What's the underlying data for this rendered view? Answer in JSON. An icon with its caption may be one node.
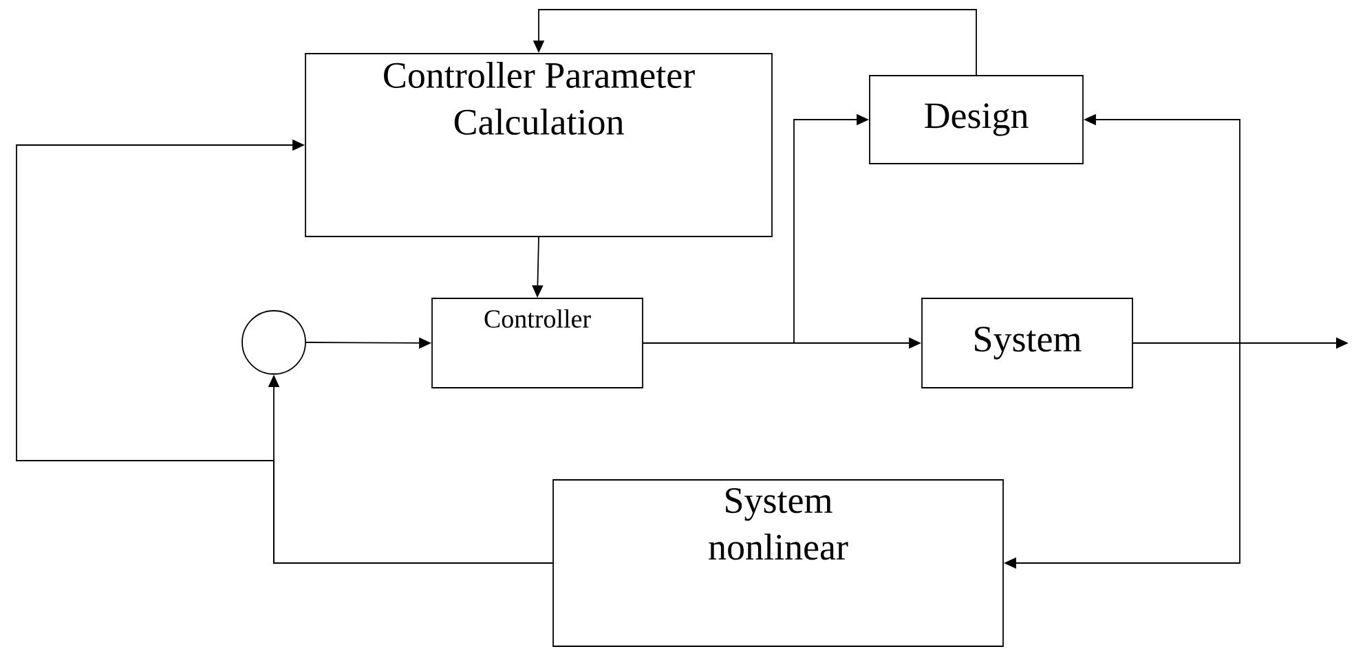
{
  "diagram": {
    "nodes": [
      {
        "text": [
          "Controller Parameter Calculation"
        ]
      },
      {
        "text": [
          "Design"
        ]
      },
      {
        "text": [],
        "shape": "circle"
      },
      {
        "text": [
          "Controller"
        ]
      },
      {
        "text": [
          "System"
        ]
      },
      {
        "text": [
          "System nonlinear"
        ]
      }
    ],
    "edges": [
      {
        "from": 1,
        "to": 0,
        "arrow": "to"
      },
      {
        "from": 0,
        "to": 3,
        "arrow": "to"
      },
      {
        "from": 2,
        "to": 3,
        "arrow": "to"
      },
      {
        "from": 3,
        "to": 4,
        "arrow": "to"
      },
      {
        "from": 3,
        "to": 1,
        "arrow": "to"
      },
      {
        "from": 4,
        "to": null,
        "arrow": "to"
      },
      {
        "from": 4,
        "to": 1,
        "arrow": "to"
      },
      {
        "from": 4,
        "to": 5,
        "arrow": "to"
      },
      {
        "from": 5,
        "to": 2,
        "arrow": "to"
      },
      {
        "from": 5,
        "to": 0,
        "arrow": "to"
      }
    ]
  }
}
